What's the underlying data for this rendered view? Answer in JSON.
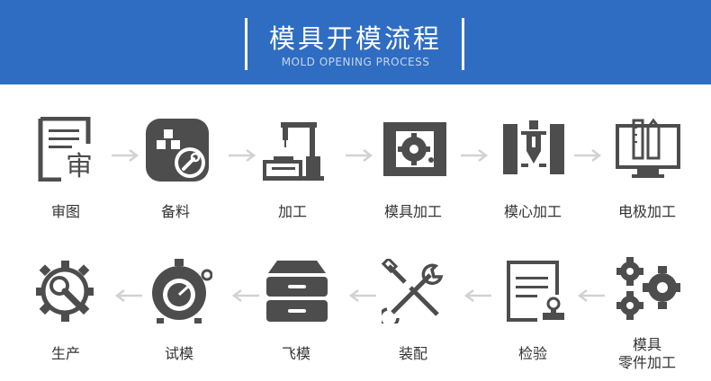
{
  "header": {
    "title": "模具开模流程",
    "subtitle": "MOLD OPENING PROCESS"
  },
  "colors": {
    "header_bg": "#2f6dc2",
    "icon": "#4d4d4d",
    "arrow": "#d2d2d2"
  },
  "steps_row1": [
    {
      "label": "审图",
      "icon": "document-review-icon",
      "icon_text": "审"
    },
    {
      "label": "备料",
      "icon": "materials-wrench-icon"
    },
    {
      "label": "加工",
      "icon": "machining-icon"
    },
    {
      "label": "模具加工",
      "icon": "mold-gear-icon"
    },
    {
      "label": "模心加工",
      "icon": "mold-core-icon"
    },
    {
      "label": "电极加工",
      "icon": "computer-design-icon"
    }
  ],
  "steps_row2": [
    {
      "label": "生产",
      "icon": "gear-wrench-icon"
    },
    {
      "label": "试模",
      "icon": "compressor-gauge-icon"
    },
    {
      "label": "飞模",
      "icon": "cabinet-drawers-icon"
    },
    {
      "label": "装配",
      "icon": "tools-cross-icon"
    },
    {
      "label": "检验",
      "icon": "inspection-stamp-icon"
    },
    {
      "label_line1": "模具",
      "label_line2": "零件加工",
      "icon": "gears-icon"
    }
  ]
}
